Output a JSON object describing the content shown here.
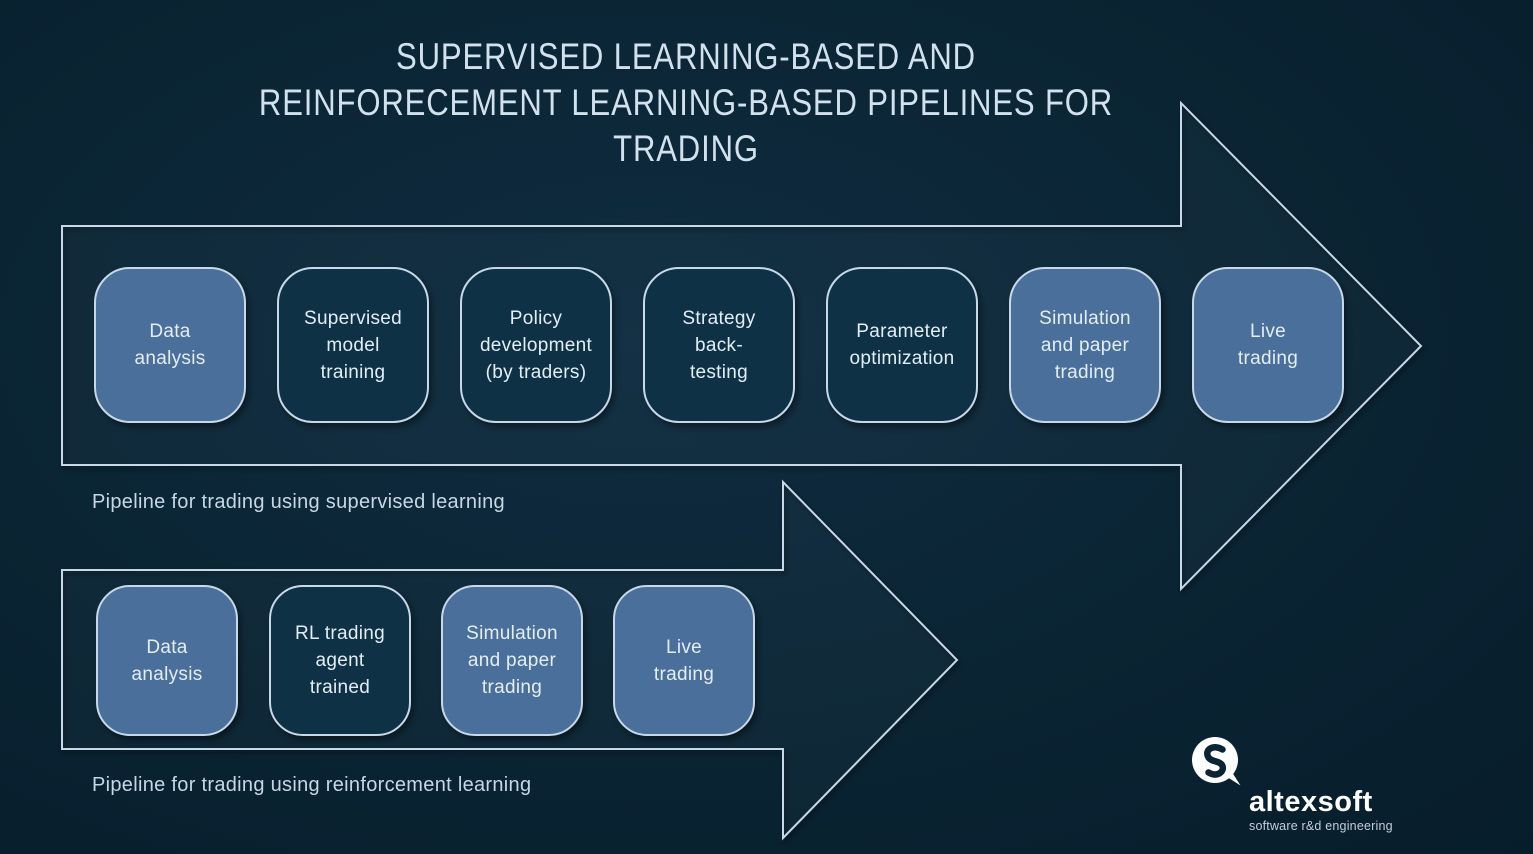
{
  "title": {
    "lines": [
      "SUPERVISED LEARNING-BASED AND",
      "REINFORECEMENT LEARNING-BASED PIPELINES FOR",
      "TRADING"
    ]
  },
  "pipelines": [
    {
      "caption": "Pipeline for trading using supervised learning",
      "steps": [
        {
          "label": "Data\nanalysis",
          "variant": "light"
        },
        {
          "label": "Supervised\nmodel\ntraining",
          "variant": "dark"
        },
        {
          "label": "Policy\ndevelopment\n(by traders)",
          "variant": "dark"
        },
        {
          "label": "Strategy\nback-\ntesting",
          "variant": "dark"
        },
        {
          "label": "Parameter\noptimization",
          "variant": "dark"
        },
        {
          "label": "Simulation\nand paper\ntrading",
          "variant": "light"
        },
        {
          "label": "Live\ntrading",
          "variant": "light"
        }
      ]
    },
    {
      "caption": "Pipeline for trading using reinforcement learning",
      "steps": [
        {
          "label": "Data\nanalysis",
          "variant": "light"
        },
        {
          "label": "RL trading\nagent\ntrained",
          "variant": "dark"
        },
        {
          "label": "Simulation\nand paper\ntrading",
          "variant": "light"
        },
        {
          "label": "Live\ntrading",
          "variant": "light"
        }
      ]
    }
  ],
  "logo": {
    "name": "altexsoft",
    "tagline": "software r&d engineering"
  },
  "colors": {
    "background": "#0a2433",
    "box_light": "#4a6f9a",
    "box_dark": "#0e3146",
    "outline": "#c7d9e8",
    "title_text": "#d2e1ee",
    "caption_text": "#c6d7e6",
    "step_text": "#e3edf7",
    "logo_text": "#ffffff",
    "tagline_text": "#c4ced8"
  }
}
